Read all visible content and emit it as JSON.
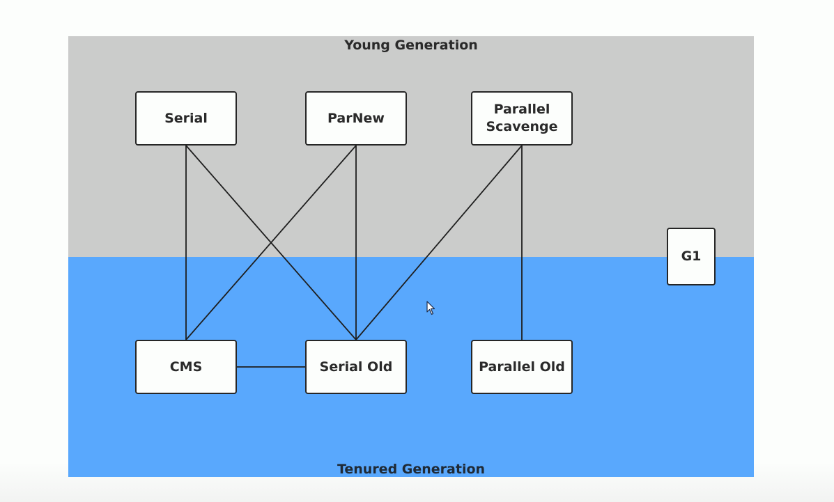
{
  "regions": {
    "young": {
      "label": "Young Generation",
      "color": "#cbcccb"
    },
    "tenured": {
      "label": "Tenured Generation",
      "color": "#59a8fd"
    }
  },
  "collectors": {
    "serial": "Serial",
    "parnew": "ParNew",
    "parallel_scavenge": "Parallel Scavenge",
    "cms": "CMS",
    "serial_old": "Serial Old",
    "parallel_old": "Parallel Old",
    "g1": "G1"
  },
  "connections": [
    [
      "serial",
      "cms"
    ],
    [
      "serial",
      "serial_old"
    ],
    [
      "parnew",
      "cms"
    ],
    [
      "parnew",
      "serial_old"
    ],
    [
      "parallel_scavenge",
      "serial_old"
    ],
    [
      "parallel_scavenge",
      "parallel_old"
    ],
    [
      "cms",
      "serial_old"
    ]
  ]
}
